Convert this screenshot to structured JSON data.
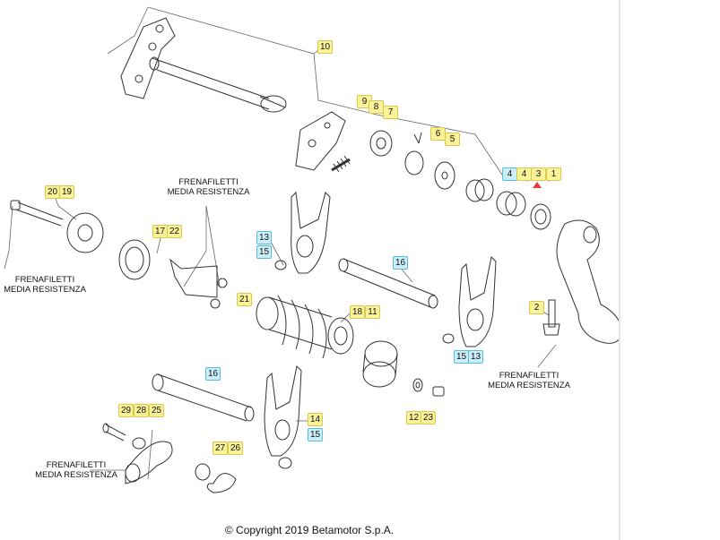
{
  "diagram": {
    "callouts": [
      {
        "id": "c10",
        "label": "10",
        "style": "y"
      },
      {
        "id": "c9",
        "label": "9",
        "style": "y"
      },
      {
        "id": "c8",
        "label": "8",
        "style": "y"
      },
      {
        "id": "c7",
        "label": "7",
        "style": "y"
      },
      {
        "id": "c6",
        "label": "6",
        "style": "y"
      },
      {
        "id": "c5",
        "label": "5",
        "style": "y"
      },
      {
        "id": "c4a",
        "label": "4",
        "style": "c"
      },
      {
        "id": "c4b",
        "label": "4",
        "style": "y"
      },
      {
        "id": "c3",
        "label": "3",
        "style": "y"
      },
      {
        "id": "c1",
        "label": "1",
        "style": "y"
      },
      {
        "id": "c20",
        "label": "20",
        "style": "y"
      },
      {
        "id": "c19",
        "label": "19",
        "style": "y"
      },
      {
        "id": "c17",
        "label": "17",
        "style": "y"
      },
      {
        "id": "c22",
        "label": "22",
        "style": "y"
      },
      {
        "id": "c13a",
        "label": "13",
        "style": "c"
      },
      {
        "id": "c15a",
        "label": "15",
        "style": "c"
      },
      {
        "id": "c16a",
        "label": "16",
        "style": "c"
      },
      {
        "id": "c21",
        "label": "21",
        "style": "y"
      },
      {
        "id": "c18",
        "label": "18",
        "style": "y"
      },
      {
        "id": "c11",
        "label": "11",
        "style": "y"
      },
      {
        "id": "c2",
        "label": "2",
        "style": "y"
      },
      {
        "id": "c15b",
        "label": "15",
        "style": "c"
      },
      {
        "id": "c13b",
        "label": "13",
        "style": "c"
      },
      {
        "id": "c16b",
        "label": "16",
        "style": "c"
      },
      {
        "id": "c12",
        "label": "12",
        "style": "y"
      },
      {
        "id": "c23",
        "label": "23",
        "style": "y"
      },
      {
        "id": "c14",
        "label": "14",
        "style": "y"
      },
      {
        "id": "c15c",
        "label": "15",
        "style": "c"
      },
      {
        "id": "c29",
        "label": "29",
        "style": "y"
      },
      {
        "id": "c28",
        "label": "28",
        "style": "y"
      },
      {
        "id": "c25",
        "label": "25",
        "style": "y"
      },
      {
        "id": "c27",
        "label": "27",
        "style": "y"
      },
      {
        "id": "c26",
        "label": "26",
        "style": "y"
      }
    ],
    "notes": [
      {
        "id": "n1",
        "line1": "FRENAFILETTI",
        "line2": "MEDIA RESISTENZA"
      },
      {
        "id": "n2",
        "line1": "FRENAFILETTI",
        "line2": "MEDIA RESISTENZA"
      },
      {
        "id": "n3",
        "line1": "FRENAFILETTI",
        "line2": "MEDIA RESISTENZA"
      },
      {
        "id": "n4",
        "line1": "FRENAFILETTI",
        "line2": "MEDIA RESISTENZA"
      }
    ],
    "copyright": "© Copyright 2019 Betamotor S.p.A."
  },
  "colors": {
    "callout_yellow": "#fbf39a",
    "callout_cyan": "#cbeef8",
    "marker_red": "#e23b3b",
    "line": "#333333"
  }
}
